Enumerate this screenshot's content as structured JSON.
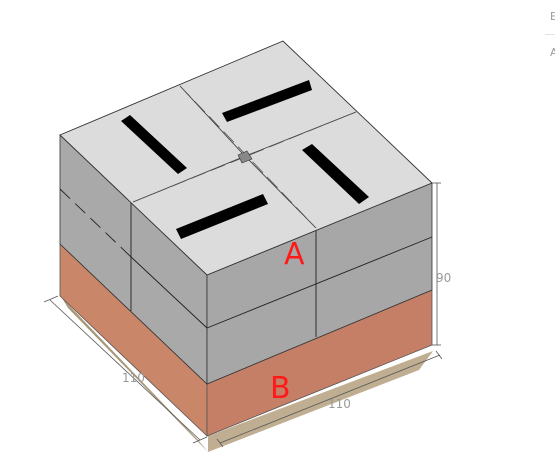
{
  "labels": {
    "upper_load": "A",
    "lower_load": "B"
  },
  "dimensions": {
    "height": "90",
    "left_depth": "110",
    "front_width": "110"
  },
  "edge_fragments": {
    "top": "E",
    "bottom": "A"
  },
  "colors": {
    "top_face": "#dcdcdc",
    "side_face": "#a9a9a9",
    "layer_b": "#c57f66",
    "pallet": "#bfae91",
    "slot": "#000000",
    "label": "#ff1a1a"
  }
}
